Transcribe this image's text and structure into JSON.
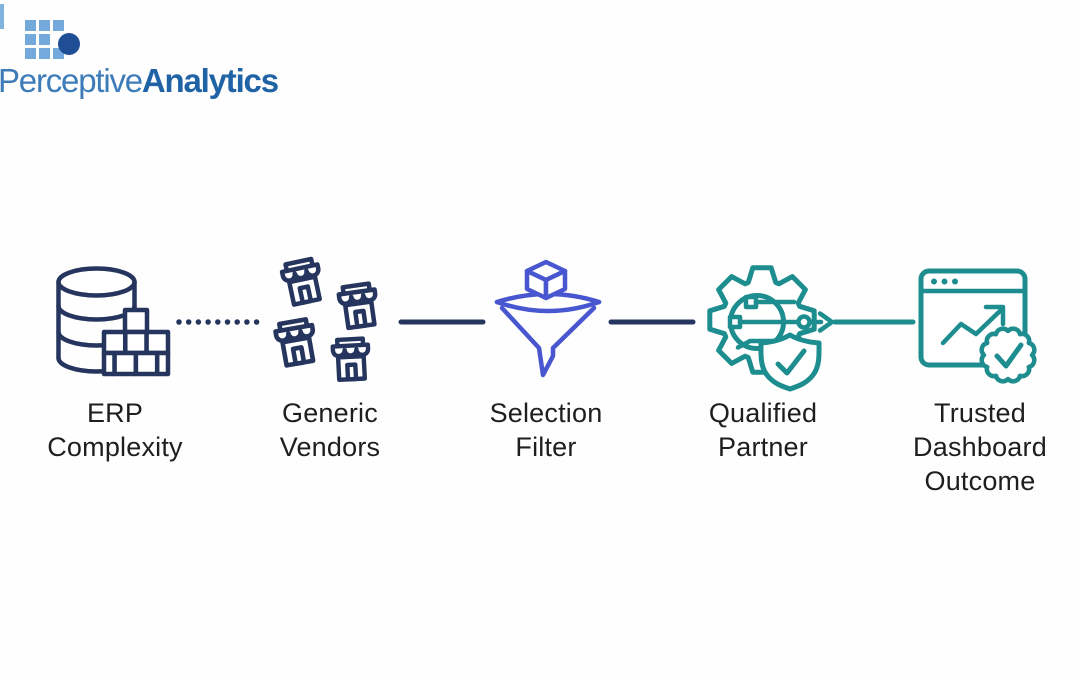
{
  "logo": {
    "text_regular": "Perceptive",
    "text_bold": "Analytics",
    "mark": "3x3-square-grid-with-dot",
    "colors": {
      "square": "#74a9dc",
      "dot": "#1f4e96",
      "text_regular": "#3d7cb8",
      "text_bold": "#2062a6"
    }
  },
  "flow": {
    "label_color": "#1e1e1e",
    "steps": [
      {
        "id": "erp-complexity",
        "icon": "database-bricks-icon",
        "color": "#25355e",
        "label_lines": [
          "ERP",
          "Complexity"
        ]
      },
      {
        "id": "generic-vendors",
        "icon": "storefronts-icon",
        "color": "#25355e",
        "label_lines": [
          "Generic",
          "Vendors"
        ]
      },
      {
        "id": "selection-filter",
        "icon": "funnel-cube-icon",
        "color": "#4857cf",
        "label_lines": [
          "Selection",
          "Filter"
        ]
      },
      {
        "id": "qualified-partner",
        "icon": "gear-shield-check-icon",
        "color": "#1e8d8f",
        "label_lines": [
          "Qualified",
          "Partner"
        ]
      },
      {
        "id": "trusted-dashboard-outcome",
        "icon": "dashboard-verified-badge-icon",
        "color": "#1e8d8f",
        "label_lines": [
          "Trusted",
          "Dashboard",
          "Outcome"
        ]
      }
    ],
    "connectors": [
      {
        "from": "erp-complexity",
        "to": "generic-vendors",
        "style": "dotted",
        "color": "#25355e"
      },
      {
        "from": "generic-vendors",
        "to": "selection-filter",
        "style": "solid",
        "color": "#25355e"
      },
      {
        "from": "selection-filter",
        "to": "qualified-partner",
        "style": "solid",
        "color": "#25355e"
      },
      {
        "from": "qualified-partner",
        "to": "trusted-dashboard-outcome",
        "style": "solid",
        "color": "#1e8d8f"
      }
    ]
  }
}
